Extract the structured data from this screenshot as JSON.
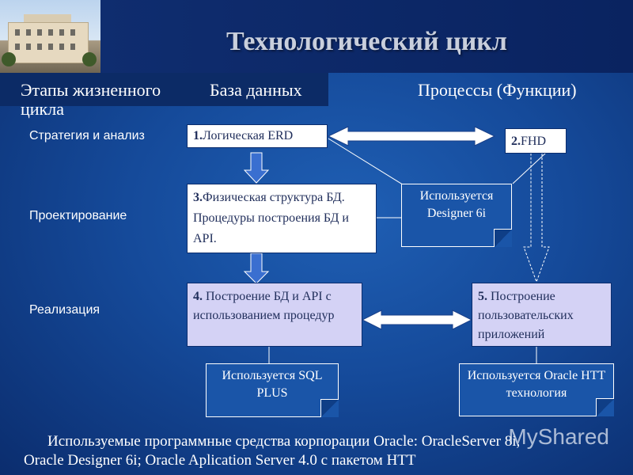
{
  "title": "Технологический цикл",
  "headers": {
    "stages": "Этапы жизненного цикла",
    "database": "База данных",
    "processes": "Процессы (Функции)"
  },
  "stages": {
    "strategy": "Стратегия и анализ",
    "design": "Проектирование",
    "implementation": "Реализация"
  },
  "boxes": {
    "b1": {
      "num": "1.",
      "text": "Логическая ERD"
    },
    "b2": {
      "num": "2.",
      "text": "FHD"
    },
    "b3": {
      "num": "3.",
      "text": "Физическая структура БД.  Процедуры построения БД и API."
    },
    "b4": {
      "num": "4.",
      "text": " Построение БД и API с использованием процедур"
    },
    "b5": {
      "num": "5.",
      "text": " Построение пользовательских приложений"
    }
  },
  "notes": {
    "designer": "Используется Designer 6i",
    "sqlplus": "Используется SQL PLUS",
    "oracle_htt": "Используется Oracle HTT технология"
  },
  "footer": {
    "line1": "Используемые программные средства корпорации Oracle: OracleServer 8i,",
    "line2": "Oracle Designer 6i; Oracle Aplication Server 4.0 с пакетом HTT"
  },
  "watermark": "MyShared",
  "colors": {
    "background": "#1a55a8",
    "box_fill": "#ffffff",
    "lilac_fill": "#d4d2f5",
    "arrow_fill": "#3a6fd0",
    "title_text": "#c9cfdc"
  }
}
